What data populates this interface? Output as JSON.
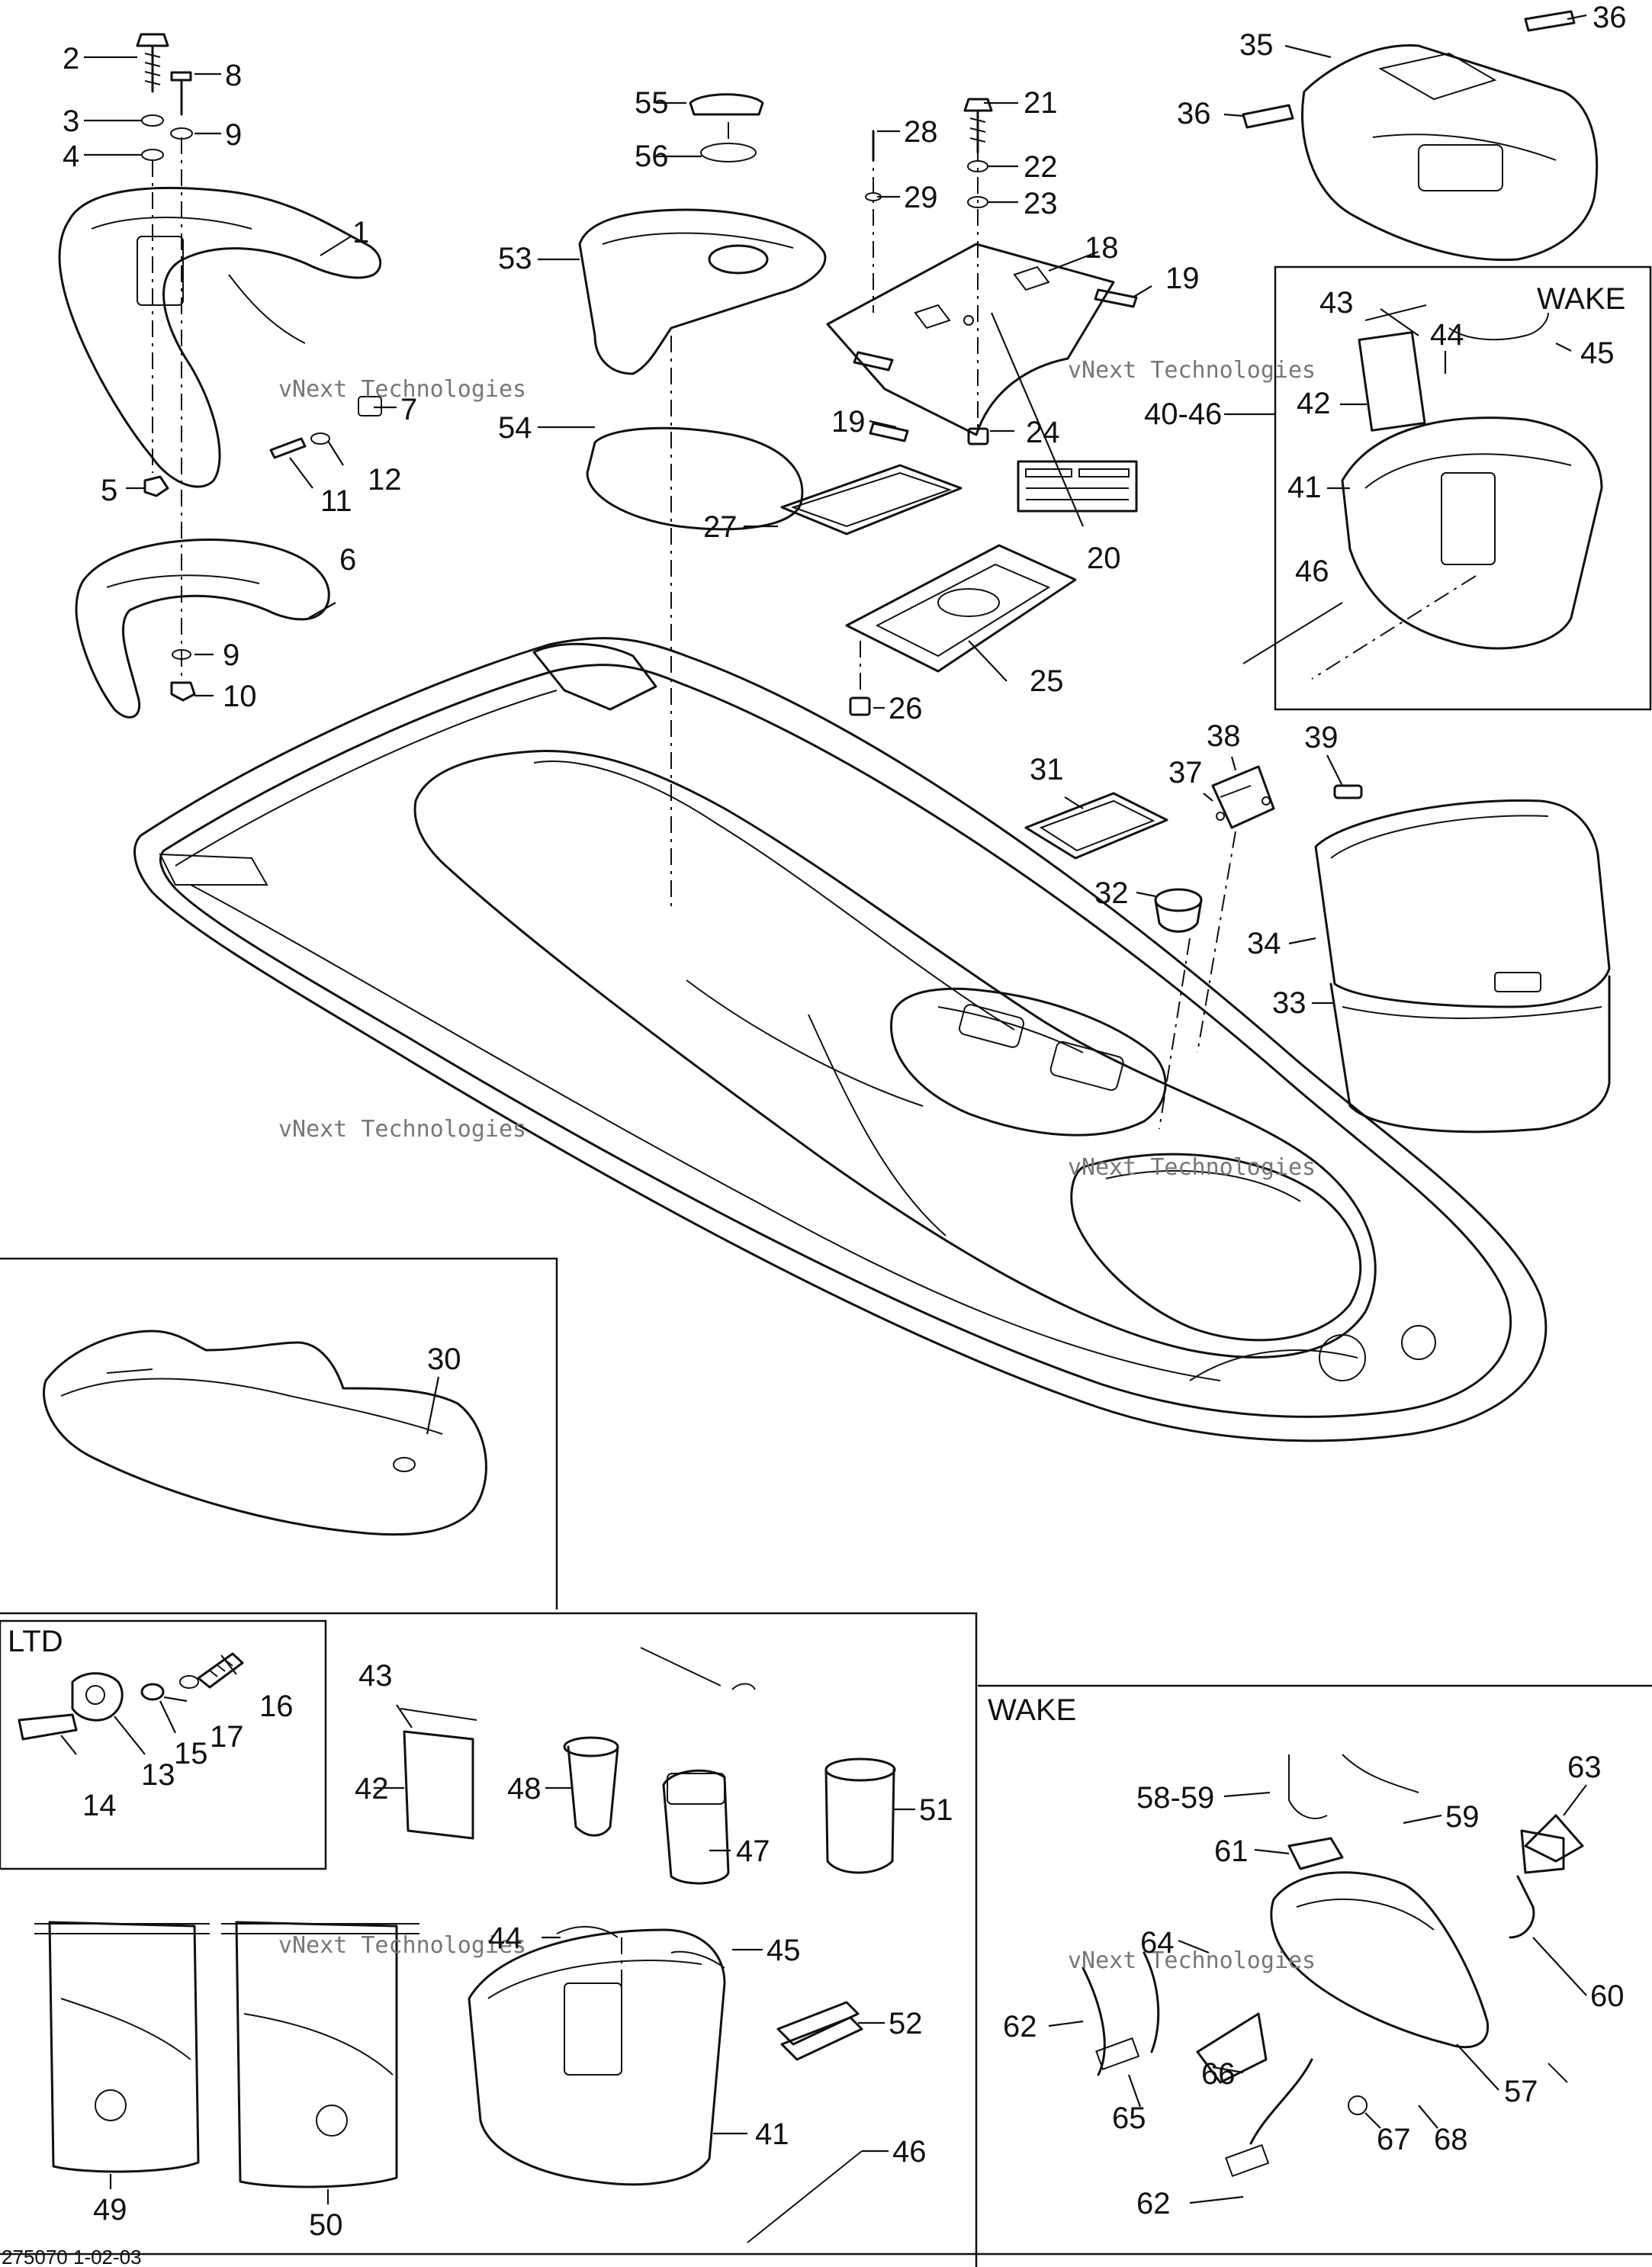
{
  "diagram": {
    "ref_code": "275070 1-02-03",
    "watermark": "vNext Technologies",
    "watermark_alt": "vNext",
    "watermark_word": "Technologies",
    "sections": {
      "wake_top": "WAKE",
      "ltd": "LTD",
      "wake_bottom": "WAKE"
    },
    "callouts": [
      {
        "id": "c2",
        "text": "2"
      },
      {
        "id": "c3",
        "text": "3"
      },
      {
        "id": "c4",
        "text": "4"
      },
      {
        "id": "c8",
        "text": "8"
      },
      {
        "id": "c9a",
        "text": "9"
      },
      {
        "id": "c1",
        "text": "1"
      },
      {
        "id": "c7",
        "text": "7"
      },
      {
        "id": "c12",
        "text": "12"
      },
      {
        "id": "c11",
        "text": "11"
      },
      {
        "id": "c5",
        "text": "5"
      },
      {
        "id": "c6",
        "text": "6"
      },
      {
        "id": "c9b",
        "text": "9"
      },
      {
        "id": "c10",
        "text": "10"
      },
      {
        "id": "c55",
        "text": "55"
      },
      {
        "id": "c56",
        "text": "56"
      },
      {
        "id": "c53",
        "text": "53"
      },
      {
        "id": "c54",
        "text": "54"
      },
      {
        "id": "c28",
        "text": "28"
      },
      {
        "id": "c29",
        "text": "29"
      },
      {
        "id": "c21",
        "text": "21"
      },
      {
        "id": "c22",
        "text": "22"
      },
      {
        "id": "c23",
        "text": "23"
      },
      {
        "id": "c18",
        "text": "18"
      },
      {
        "id": "c19a",
        "text": "19"
      },
      {
        "id": "c19b",
        "text": "19"
      },
      {
        "id": "c24",
        "text": "24"
      },
      {
        "id": "c27",
        "text": "27"
      },
      {
        "id": "c20",
        "text": "20"
      },
      {
        "id": "c25",
        "text": "25"
      },
      {
        "id": "c26",
        "text": "26"
      },
      {
        "id": "c35",
        "text": "35"
      },
      {
        "id": "c36a",
        "text": "36"
      },
      {
        "id": "c36b",
        "text": "36"
      },
      {
        "id": "c43a",
        "text": "43"
      },
      {
        "id": "c44a",
        "text": "44"
      },
      {
        "id": "c45a",
        "text": "45"
      },
      {
        "id": "c42a",
        "text": "42"
      },
      {
        "id": "c4046",
        "text": "40-46"
      },
      {
        "id": "c41a",
        "text": "41"
      },
      {
        "id": "c46a",
        "text": "46"
      },
      {
        "id": "c31",
        "text": "31"
      },
      {
        "id": "c38",
        "text": "38"
      },
      {
        "id": "c37",
        "text": "37"
      },
      {
        "id": "c39",
        "text": "39"
      },
      {
        "id": "c32",
        "text": "32"
      },
      {
        "id": "c34",
        "text": "34"
      },
      {
        "id": "c33",
        "text": "33"
      },
      {
        "id": "c30",
        "text": "30"
      },
      {
        "id": "c16",
        "text": "16"
      },
      {
        "id": "c17",
        "text": "17"
      },
      {
        "id": "c15",
        "text": "15"
      },
      {
        "id": "c13",
        "text": "13"
      },
      {
        "id": "c14",
        "text": "14"
      },
      {
        "id": "c43b",
        "text": "43"
      },
      {
        "id": "c42b",
        "text": "42"
      },
      {
        "id": "c48",
        "text": "48"
      },
      {
        "id": "c47",
        "text": "47"
      },
      {
        "id": "c51",
        "text": "51"
      },
      {
        "id": "c44b",
        "text": "44"
      },
      {
        "id": "c45b",
        "text": "45"
      },
      {
        "id": "c52",
        "text": "52"
      },
      {
        "id": "c41b",
        "text": "41"
      },
      {
        "id": "c46b",
        "text": "46"
      },
      {
        "id": "c49",
        "text": "49"
      },
      {
        "id": "c50",
        "text": "50"
      },
      {
        "id": "c5859",
        "text": "58-59"
      },
      {
        "id": "c59",
        "text": "59"
      },
      {
        "id": "c63",
        "text": "63"
      },
      {
        "id": "c61",
        "text": "61"
      },
      {
        "id": "c64",
        "text": "64"
      },
      {
        "id": "c62a",
        "text": "62"
      },
      {
        "id": "c60",
        "text": "60"
      },
      {
        "id": "c66",
        "text": "66"
      },
      {
        "id": "c57",
        "text": "57"
      },
      {
        "id": "c65",
        "text": "65"
      },
      {
        "id": "c67",
        "text": "67"
      },
      {
        "id": "c68",
        "text": "68"
      },
      {
        "id": "c62b",
        "text": "62"
      }
    ]
  }
}
